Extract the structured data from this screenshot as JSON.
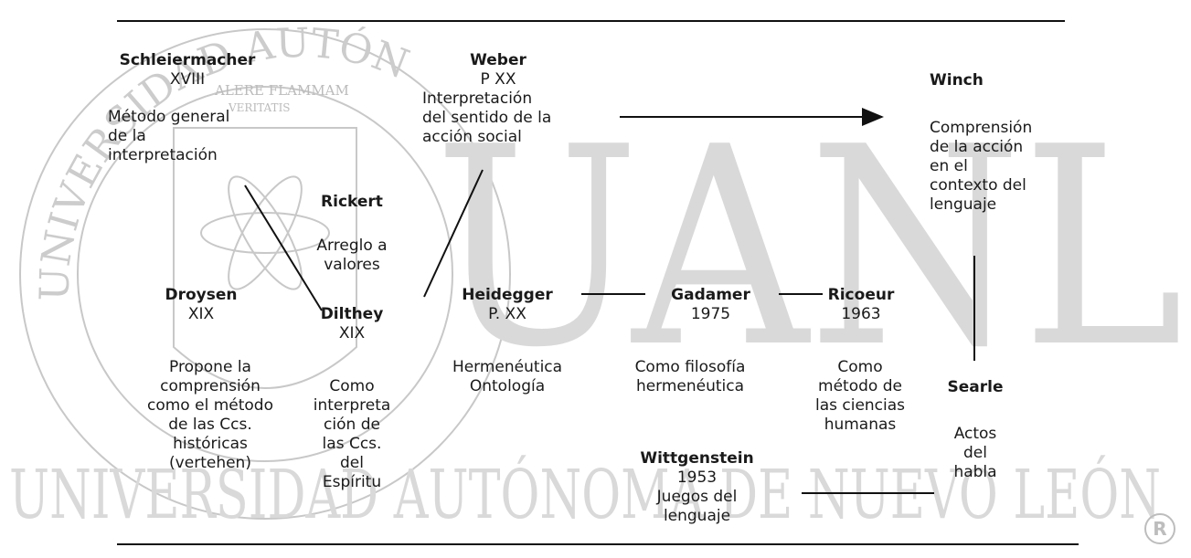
{
  "watermark": {
    "university": "UNIVERSIDAD AUTÓNOMA DE NUEVO LEÓN",
    "acronym": "UANL",
    "motto_1": "ALERE FLAMMAM",
    "motto_2": "VERITATIS",
    "registered": "®"
  },
  "nodes": {
    "schleiermacher": {
      "name": "Schleiermacher",
      "date": "XVIII",
      "desc": [
        "Método general",
        "de la",
        "interpretación"
      ]
    },
    "weber": {
      "name": "Weber",
      "date": "P XX",
      "desc": [
        "Interpretación",
        "del sentido de la",
        "acción social"
      ]
    },
    "winch": {
      "name": "Winch",
      "desc": [
        "Comprensión",
        "de la acción",
        "en el",
        "contexto del",
        "lenguaje"
      ]
    },
    "rickert": {
      "name": "Rickert",
      "desc": [
        "Arreglo a",
        "valores"
      ]
    },
    "droysen": {
      "name": "Droysen",
      "date": "XIX",
      "desc": [
        "Propone la",
        "comprensión",
        "como el método",
        "de las Ccs.",
        "históricas",
        "(vertehen)"
      ]
    },
    "dilthey": {
      "name": "Dilthey",
      "date": "XIX",
      "desc": [
        "Como",
        "interpreta",
        "ción de",
        "las Ccs.",
        "del",
        "Espíritu"
      ]
    },
    "heidegger": {
      "name": "Heidegger",
      "date": "P. XX",
      "desc": [
        "Hermenéutica",
        "Ontología"
      ]
    },
    "gadamer": {
      "name": "Gadamer",
      "date": "1975",
      "desc": [
        "Como filosofía",
        "hermenéutica"
      ]
    },
    "ricoeur": {
      "name": "Ricoeur",
      "date": "1963",
      "desc": [
        "Como",
        "método de",
        "las ciencias",
        "humanas"
      ]
    },
    "searle": {
      "name": "Searle",
      "desc": [
        "Actos",
        "del",
        "habla"
      ]
    },
    "wittgenstein": {
      "name": "Wittgenstein",
      "date": "1953",
      "desc": [
        "Juegos del",
        "lenguaje"
      ]
    }
  }
}
